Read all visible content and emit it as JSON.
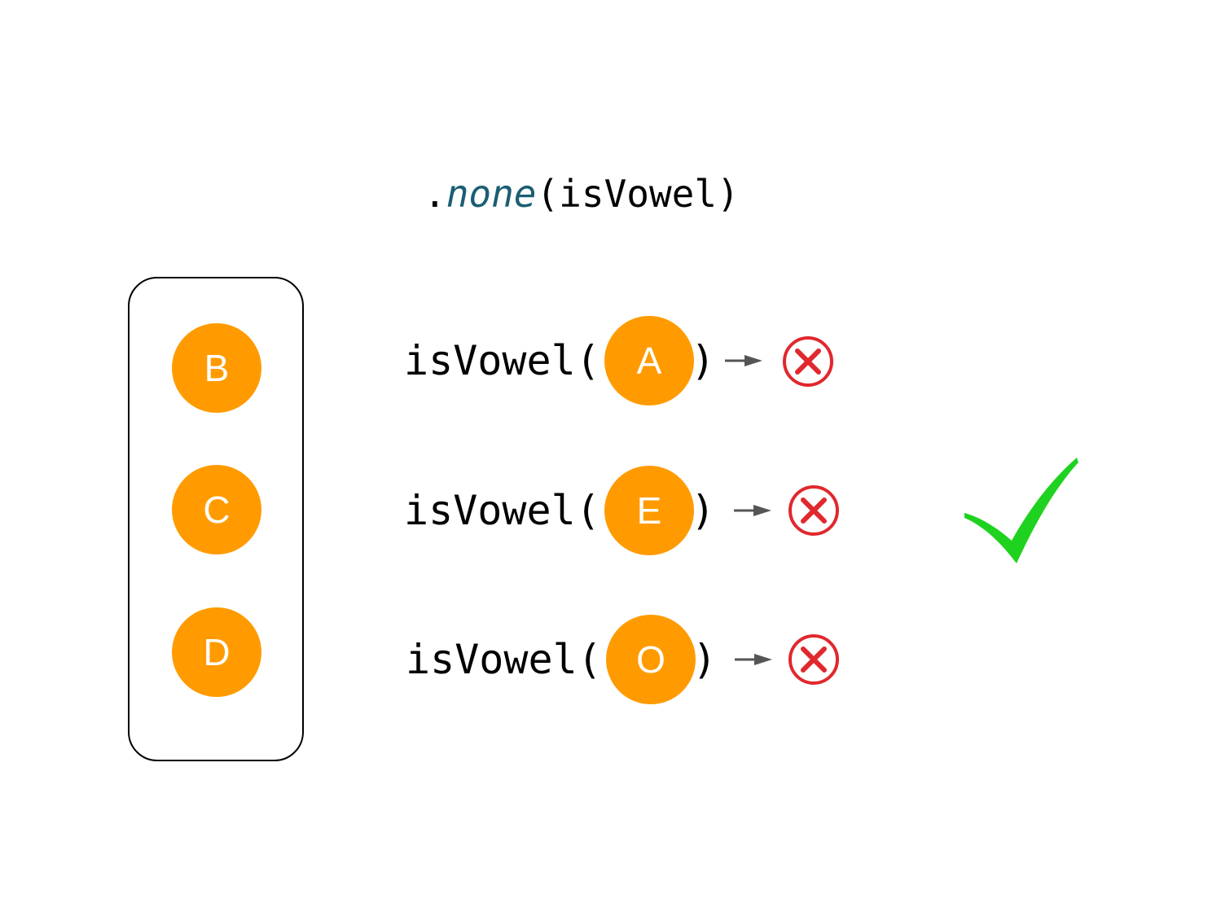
{
  "title": {
    "prefix": ".",
    "method": "none",
    "args": "(isVowel)"
  },
  "collection": {
    "items": [
      "B",
      "C",
      "D"
    ]
  },
  "calls": [
    {
      "fn_open": "isVowel(",
      "arg": "A",
      "close": ")",
      "result": "x-circle-icon"
    },
    {
      "fn_open": "isVowel(",
      "arg": "E",
      "close": ")",
      "result": "x-circle-icon"
    },
    {
      "fn_open": "isVowel(",
      "arg": "O",
      "close": ")",
      "result": "x-circle-icon"
    }
  ],
  "final_result": "check-icon",
  "colors": {
    "circle": "#ff9b00",
    "method": "#1a5e73",
    "x_mark": "#e0282e",
    "check": "#1fd21f",
    "arrow": "#555555"
  }
}
